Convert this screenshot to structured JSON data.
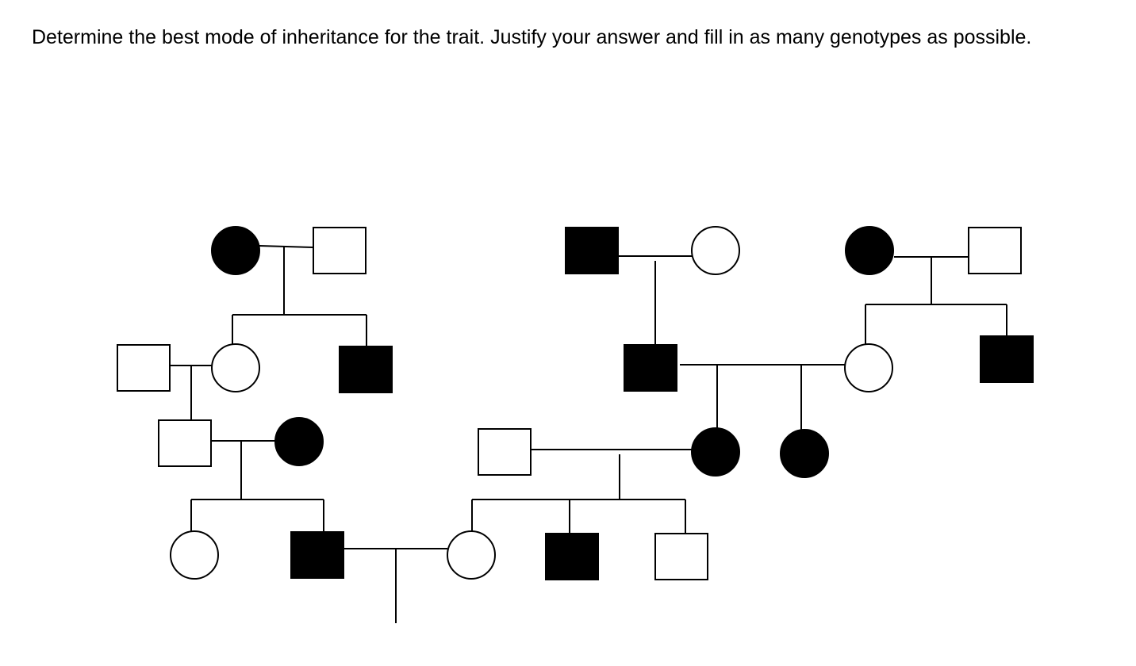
{
  "question": {
    "text": "Determine the best mode of inheritance for the trait. Justify your answer and fill in as many genotypes as possible."
  },
  "legend_colors": {
    "affected_fill": "#000000",
    "unaffected_fill": "#ffffff",
    "stroke": "#000000"
  },
  "pedigree": {
    "individuals": [
      {
        "id": "f1-mother",
        "sex": "female",
        "affected": true
      },
      {
        "id": "f1-father",
        "sex": "male",
        "affected": false
      },
      {
        "id": "f1-son-in-law",
        "sex": "male",
        "affected": false
      },
      {
        "id": "f1-daughter",
        "sex": "female",
        "affected": false
      },
      {
        "id": "f1-son",
        "sex": "male",
        "affected": true
      },
      {
        "id": "f1-grandson",
        "sex": "male",
        "affected": false
      },
      {
        "id": "f1-grandson-wife",
        "sex": "female",
        "affected": true
      },
      {
        "id": "f1-great-granddaughter",
        "sex": "female",
        "affected": false
      },
      {
        "id": "f1-great-grandson",
        "sex": "male",
        "affected": true
      },
      {
        "id": "f2-grandfather",
        "sex": "male",
        "affected": true
      },
      {
        "id": "f2-grandmother",
        "sex": "female",
        "affected": false
      },
      {
        "id": "f2-son",
        "sex": "male",
        "affected": true
      },
      {
        "id": "f3-mother",
        "sex": "female",
        "affected": true
      },
      {
        "id": "f3-father",
        "sex": "male",
        "affected": false
      },
      {
        "id": "f3-daughter",
        "sex": "female",
        "affected": false
      },
      {
        "id": "f3-son",
        "sex": "male",
        "affected": true
      },
      {
        "id": "f4-daughter-1",
        "sex": "female",
        "affected": true
      },
      {
        "id": "f4-daughter-2",
        "sex": "female",
        "affected": true
      },
      {
        "id": "f5-husband",
        "sex": "male",
        "affected": false
      },
      {
        "id": "f5-daughter",
        "sex": "female",
        "affected": false
      },
      {
        "id": "f5-son-affected",
        "sex": "male",
        "affected": true
      },
      {
        "id": "f5-son-unaffected",
        "sex": "male",
        "affected": false
      }
    ]
  }
}
